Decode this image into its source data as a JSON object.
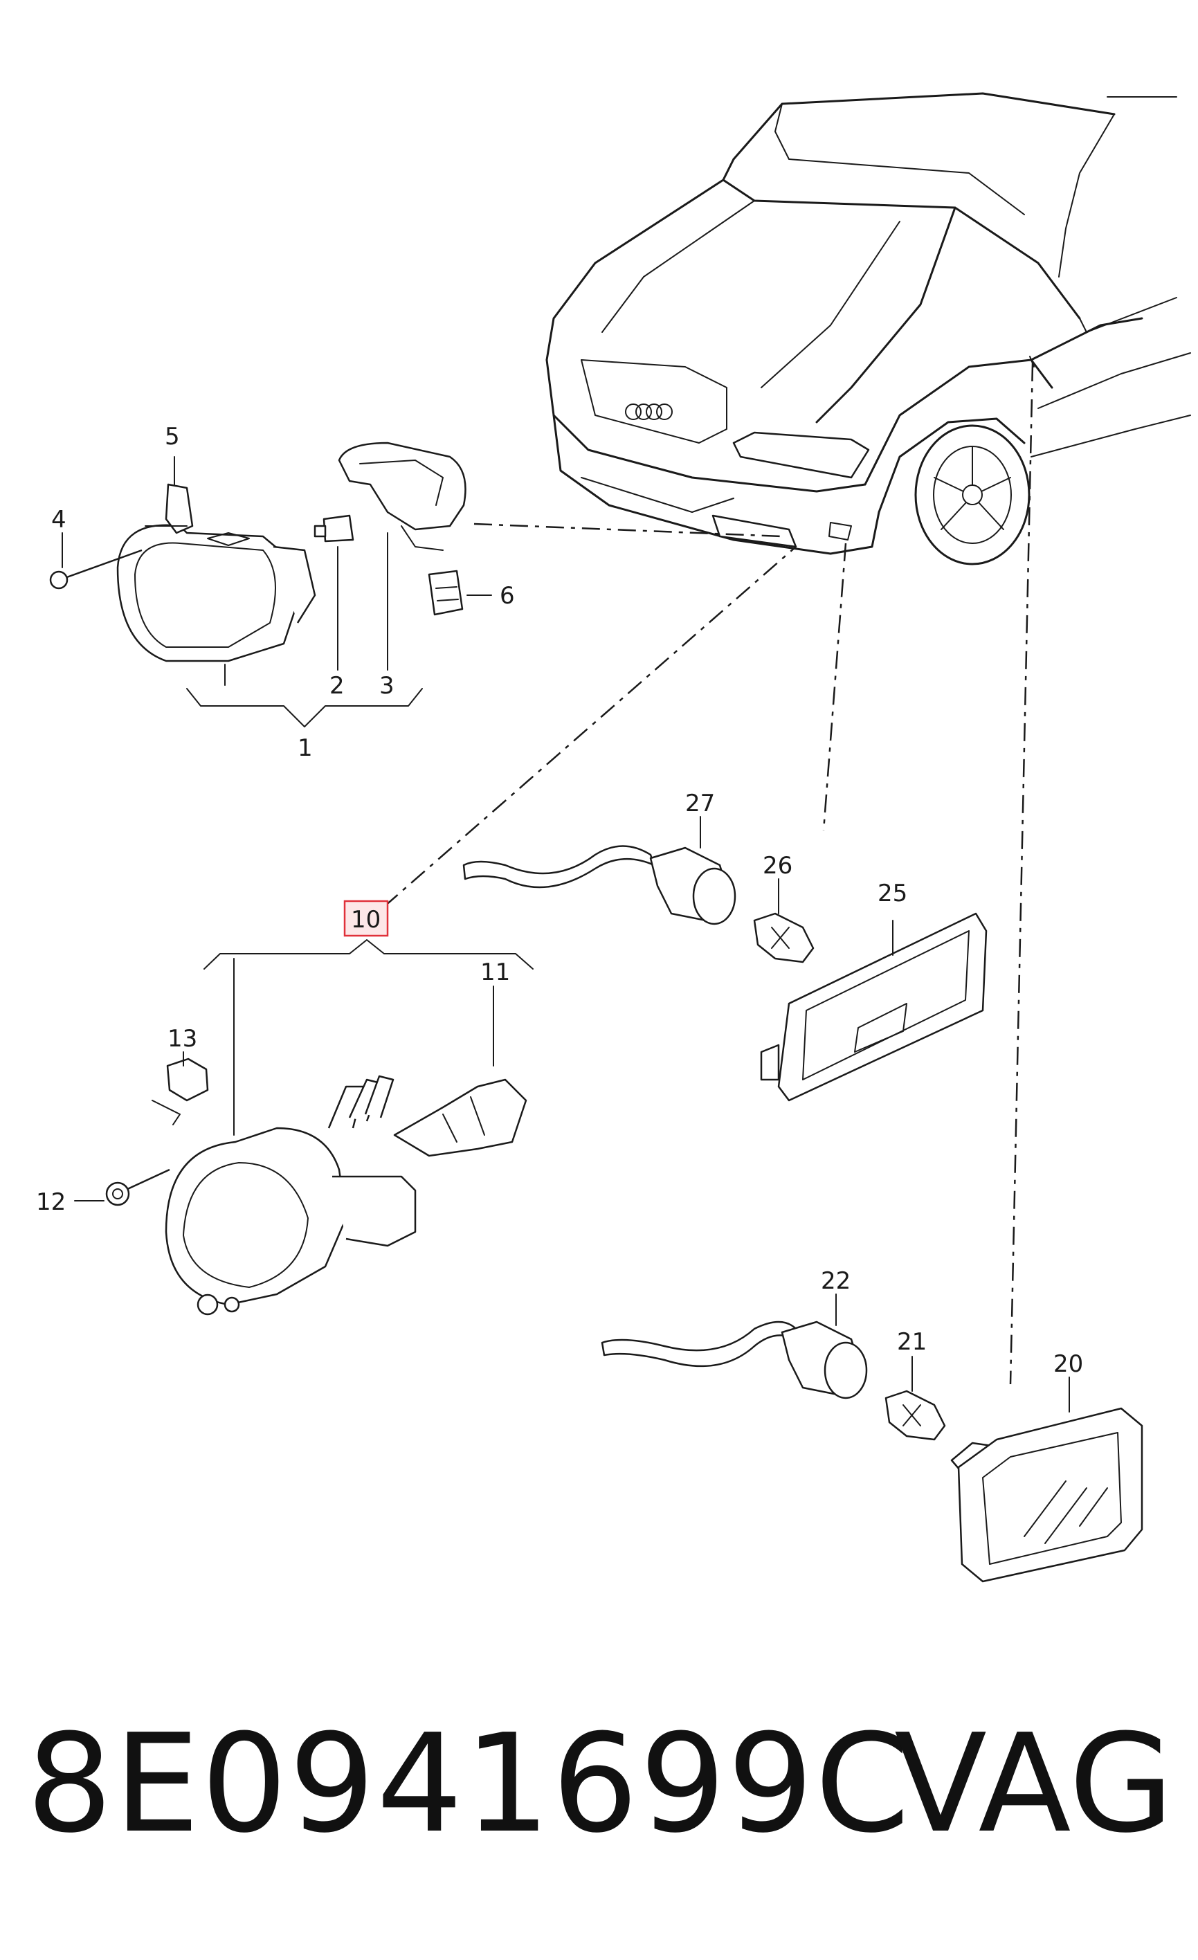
{
  "diagram": {
    "callouts": {
      "c1": "1",
      "c2": "2",
      "c3": "3",
      "c4": "4",
      "c5": "5",
      "c6": "6",
      "c10": "10",
      "c11": "11",
      "c12": "12",
      "c13": "13",
      "c20": "20",
      "c21": "21",
      "c22": "22",
      "c25": "25",
      "c26": "26",
      "c27": "27"
    },
    "highlighted_callout": "10",
    "highlight_color": "#e0313a"
  },
  "footer": {
    "part_number": "8E0941699C",
    "brand": "VAG"
  }
}
